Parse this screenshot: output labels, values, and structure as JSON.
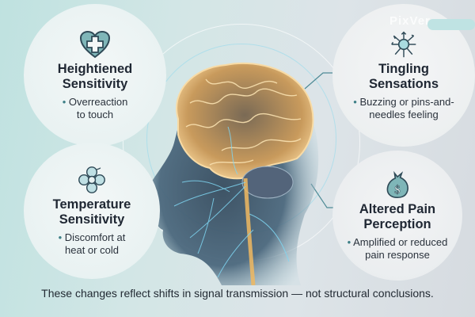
{
  "infographic": {
    "cards": [
      {
        "id": "heightened",
        "icon": "heart-cross-icon",
        "title_line1": "Heightiened",
        "title_line2": "Sensitivity",
        "bullet_line1": "Overreaction",
        "bullet_line2": "to touch"
      },
      {
        "id": "tingling",
        "icon": "neuron-icon",
        "title_line1": "Tingling",
        "title_line2": "Sensations",
        "bullet_line1": "Buzzing or pins-and-",
        "bullet_line2": "needles feeling"
      },
      {
        "id": "temperature",
        "icon": "thermal-flower-icon",
        "title_line1": "Temperature",
        "title_line2": "Sensitivity",
        "bullet_line1": "Discomfort at",
        "bullet_line2": "heat or cold"
      },
      {
        "id": "pain",
        "icon": "pain-bag-icon",
        "title_line1": "Altered Pain",
        "title_line2": "Perception",
        "bullet_line1": "Amplified or reduced",
        "bullet_line2": "pain response"
      }
    ],
    "bullet_symbol": "•",
    "footer": "These changes reflect shifts in signal transmission — not structural conclusions.",
    "watermark": "PixVer",
    "colors": {
      "accent_teal": "#3d7f86",
      "icon_fill": "#7fb6b8",
      "icon_stroke": "#2f4a57",
      "brain_glow": "#f2c27a",
      "nerve_blue": "#6fd0f0",
      "head_dark": "#25384a",
      "text_dark": "#1f2733"
    }
  }
}
